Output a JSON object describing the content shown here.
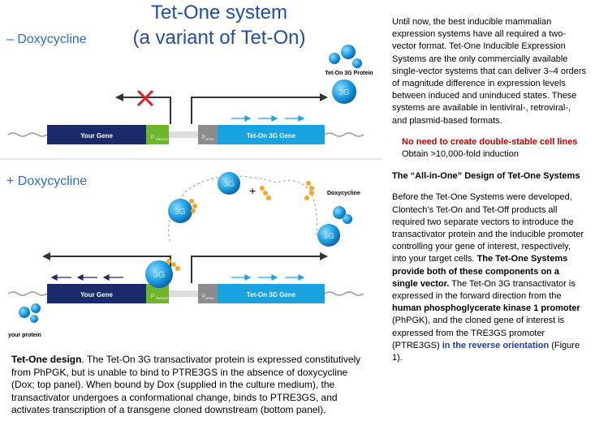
{
  "title_line1": "Tet-One system",
  "title_line2": "(a variant of Tet-On)",
  "minus_dox": "– Doxycycline",
  "plus_dox": "+ Doxycycline",
  "labels": {
    "your_gene": "Your Gene",
    "ptre3gs": "P",
    "ptre3gs_sub": "TRE3GS",
    "phpgk": "P",
    "phpgk_sub": "hPGK",
    "tet_on_gene": "Tet-On 3G Gene",
    "tet_on_protein": "Tet-On 3G Protein",
    "doxycycline": "Doxycycline",
    "your_protein": "your protein",
    "three_g": "3G",
    "plus_sign": "+"
  },
  "caption": {
    "bold": "Tet-One design",
    "text": ". The Tet-On 3G transactivator protein is expressed constitutively from PhPGK, but is unable to bind to PTRE3GS in the absence of doxycycline (Dox; top panel). When bound by Dox (supplied in the culture medium), the transactivator undergoes a conformational change, binds to PTRE3GS, and activates transcription of a transgene cloned downstream (bottom panel)."
  },
  "right": {
    "intro": "Until now, the best inducible mammalian expression systems have all required a two-vector format. Tet-One Inducible Expression Systems are the only commercially available single-vector systems that can deliver 3–4 orders of magnitude difference in expression levels between induced and uninduced states. These systems are available in lentiviral-, retroviral-, and plasmid-based formats.",
    "highlight_red": "No need to create double-stable cell lines",
    "highlight_black": "Obtain >10,000-fold induction",
    "heading": "The “All-in-One” Design of Tet-One Systems",
    "p2_a": "Before the Tet-One Systems were developed, Clontech’s Tet-On and Tet-Off products all required two separate vectors to introduce the transactivator protein and the inducible promoter controlling your gene of interest, respectively, into your target cells. ",
    "p2_b": "The Tet-One Systems provide both of these components on a single vector.",
    "p2_c": " The Tet-On 3G transactivator is expressed in the forward direction from the ",
    "p2_d": "human phosphoglycerate kinase 1 promoter",
    "p2_e": " (PhPGK), and the cloned gene of interest is expressed from the TRE3GS promoter (PTRE3GS) ",
    "p2_f": "in the reverse orientation",
    "p2_g": " (Figure 1)."
  },
  "colors": {
    "gene_blue": "#1b2a6b",
    "tet_blue": "#19a3e0",
    "green": "#6db52a",
    "gray": "#8c8c8c",
    "red_x": "#d8232a",
    "dox_orange": "#f5a623"
  }
}
